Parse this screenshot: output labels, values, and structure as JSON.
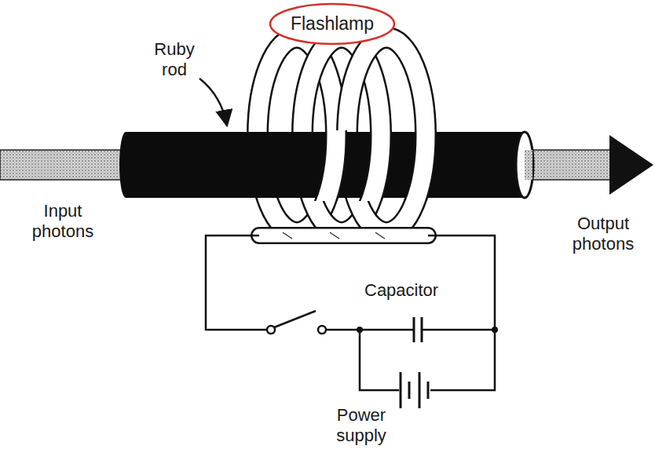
{
  "diagram": {
    "nodes": [
      {
        "text": [
          "Flashlamp"
        ]
      }
    ],
    "labels": [
      "Ruby rod",
      "Input photons",
      "Output photons",
      "Capacitor",
      "Power supply"
    ]
  }
}
